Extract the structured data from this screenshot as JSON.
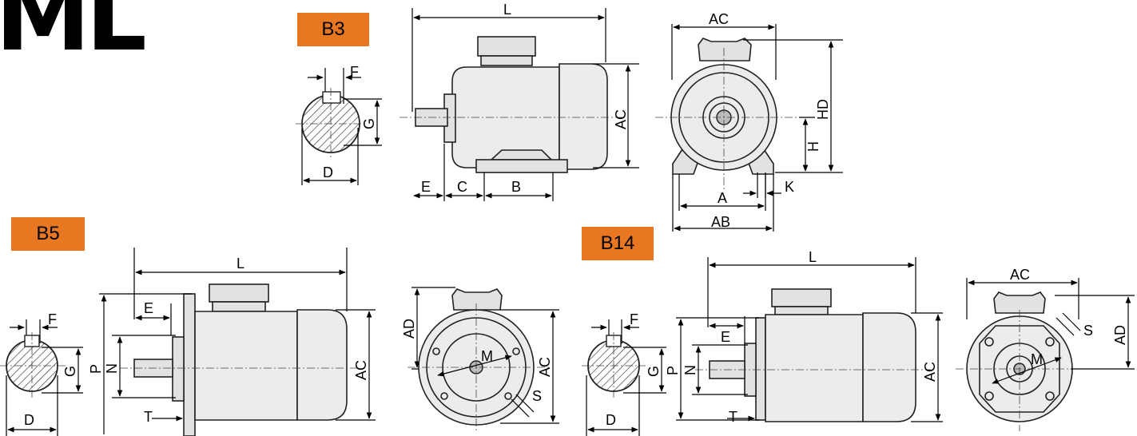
{
  "logo": {
    "text": "ML"
  },
  "views": {
    "b3": {
      "label": "B3",
      "color": "#e87722"
    },
    "b5": {
      "label": "B5",
      "color": "#e87722"
    },
    "b14": {
      "label": "B14",
      "color": "#e87722"
    }
  },
  "dims": {
    "L": "L",
    "AC": "AC",
    "HD": "HD",
    "H": "H",
    "A": "A",
    "AB": "AB",
    "K": "K",
    "B": "B",
    "C": "C",
    "E": "E",
    "F": "F",
    "G": "G",
    "D": "D",
    "P": "P",
    "N": "N",
    "T": "T",
    "AD": "AD",
    "M": "M",
    "S": "S"
  }
}
